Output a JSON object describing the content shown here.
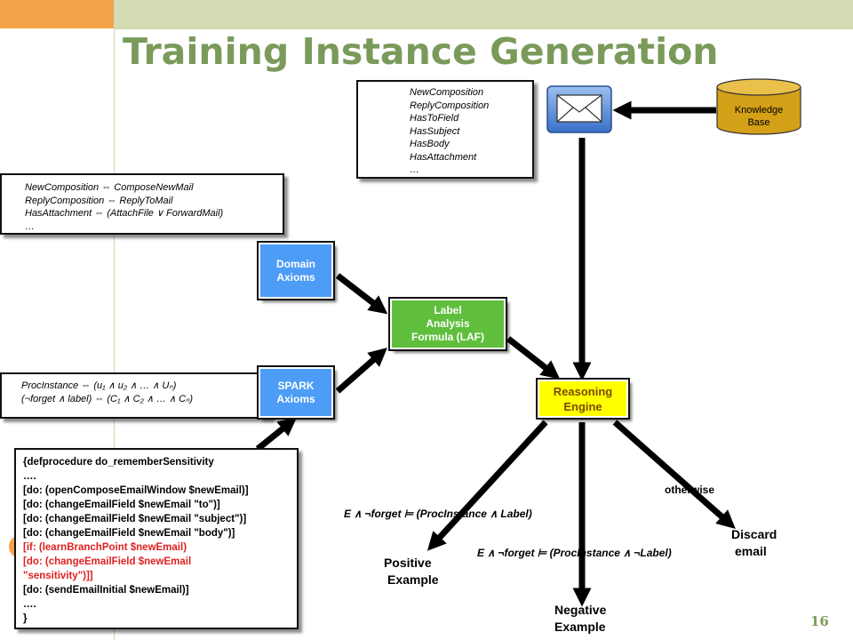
{
  "title": "Training Instance Generation",
  "page_number": "16",
  "attribute_list": [
    "NewComposition",
    "ReplyComposition",
    "HasToField",
    "HasSubject",
    "HasBody",
    "HasAttachment",
    "…"
  ],
  "domain_axiom_lines": [
    "NewComposition  ⇔  ComposeNewMail",
    "ReplyComposition  ⇔  ReplyToMail",
    "HasAttachment ⇔  (AttachFile ∨ ForwardMail)",
    "…"
  ],
  "spark_axiom_lines": [
    "ProcInstance  ⇔  (u₁ ∧ u₂ ∧ … ∧ Uₙ)",
    "(¬forget ∧ label) ⇔ (C₁ ∧ C₂ ∧ … ∧ Cₙ)"
  ],
  "knowledge_base": [
    "Knowledge",
    "Base"
  ],
  "domain_axioms": [
    "Domain",
    "Axioms"
  ],
  "spark_axioms": [
    "SPARK",
    "Axioms"
  ],
  "laf": [
    "Label",
    "Analysis",
    "Formula (LAF)"
  ],
  "reasoning_engine": [
    "Reasoning",
    "Engine"
  ],
  "code_lines": [
    {
      "text": "{defprocedure  do_rememberSensitivity",
      "red": false
    },
    {
      "text": "….",
      "red": false
    },
    {
      "text": "[do: (openComposeEmailWindow  $newEmail)]",
      "red": false
    },
    {
      "text": "[do: (changeEmailField $newEmail \"to\")]",
      "red": false
    },
    {
      "text": "[do: (changeEmailField $newEmail \"subject\")]",
      "red": false
    },
    {
      "text": "[do: (changeEmailField $newEmail \"body\")]",
      "red": false
    },
    {
      "text": "[if: (learnBranchPoint  $newEmail)",
      "red": true
    },
    {
      "text": "   [do: (changeEmailField $newEmail",
      "red": true
    },
    {
      "text": "\"sensitivity\")]]",
      "red": true
    },
    {
      "text": "[do: (sendEmailInitial $newEmail)]",
      "red": false
    },
    {
      "text": "….",
      "red": false
    },
    {
      "text": "}",
      "red": false
    }
  ],
  "formula_positive": "E ∧ ¬forget ⊨ (ProcInstance ∧ Label)",
  "formula_negative": "E ∧ ¬forget ⊨ (ProcInstance ∧ ¬Label)",
  "otherwise": "otherwise",
  "positive_example": [
    "Positive",
    "Example"
  ],
  "negative_example": [
    "Negative",
    "Example"
  ],
  "discard_email": [
    "Discard",
    "email"
  ],
  "colors": {
    "title": "#7a9a5a",
    "header_orange": "#f4a24a",
    "header_green": "#d4dcb4",
    "blue_box": "#4d9cf5",
    "green_box": "#5fbf3c",
    "yellow_box": "#ffff00",
    "knowledge_base": "#d4a017",
    "code_highlight": "#e02020"
  },
  "icons": [
    "envelope-icon",
    "database-icon"
  ]
}
